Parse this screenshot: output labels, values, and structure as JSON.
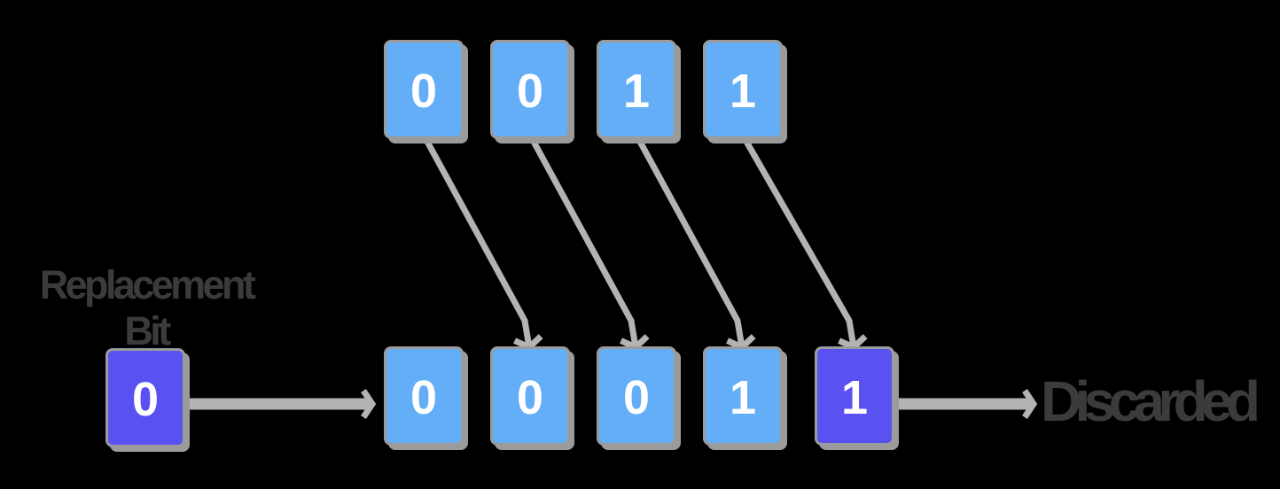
{
  "colors": {
    "bit_blue": "#63AEF6",
    "bit_purple": "#5A52F0",
    "box_edge": "#9B9B9B",
    "arrow": "#B3B3B3",
    "label_text": "#3B3B3B",
    "digit_text": "#FFFFFF",
    "background": "#000000"
  },
  "top_row": {
    "bits": [
      "0",
      "0",
      "1",
      "1"
    ]
  },
  "replacement": {
    "label_line1": "Replacement",
    "label_line2": "Bit",
    "bit": "0"
  },
  "bottom_row": {
    "bits": [
      "0",
      "0",
      "0",
      "1",
      "1"
    ]
  },
  "discarded": {
    "label": "Discarded"
  }
}
